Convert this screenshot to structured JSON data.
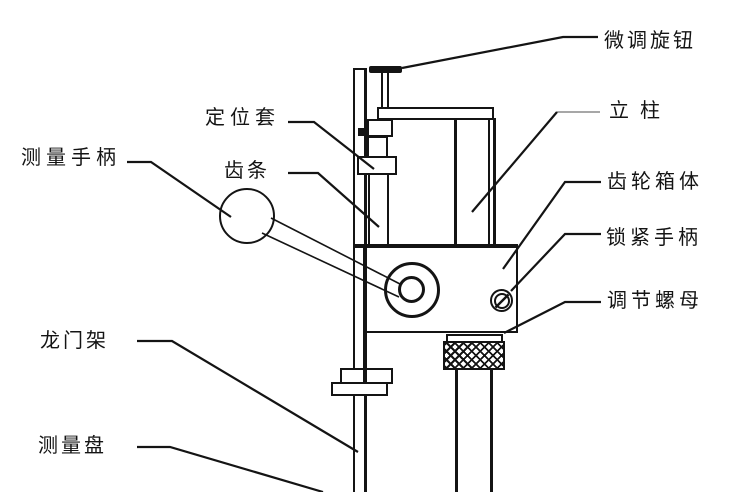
{
  "diagram": {
    "background_color": "#ffffff",
    "line_color": "#141414",
    "labels": {
      "fine_adjust_knob": "微调旋钮",
      "column": "立柱",
      "gear_box_body": "齿轮箱体",
      "lock_handle": "锁紧手柄",
      "adjust_nut": "调节螺母",
      "positioning_sleeve": "定位套",
      "rack": "齿条",
      "measuring_handle": "测量手柄",
      "gantry_frame": "龙门架",
      "measuring_plate": "测量盘"
    }
  }
}
